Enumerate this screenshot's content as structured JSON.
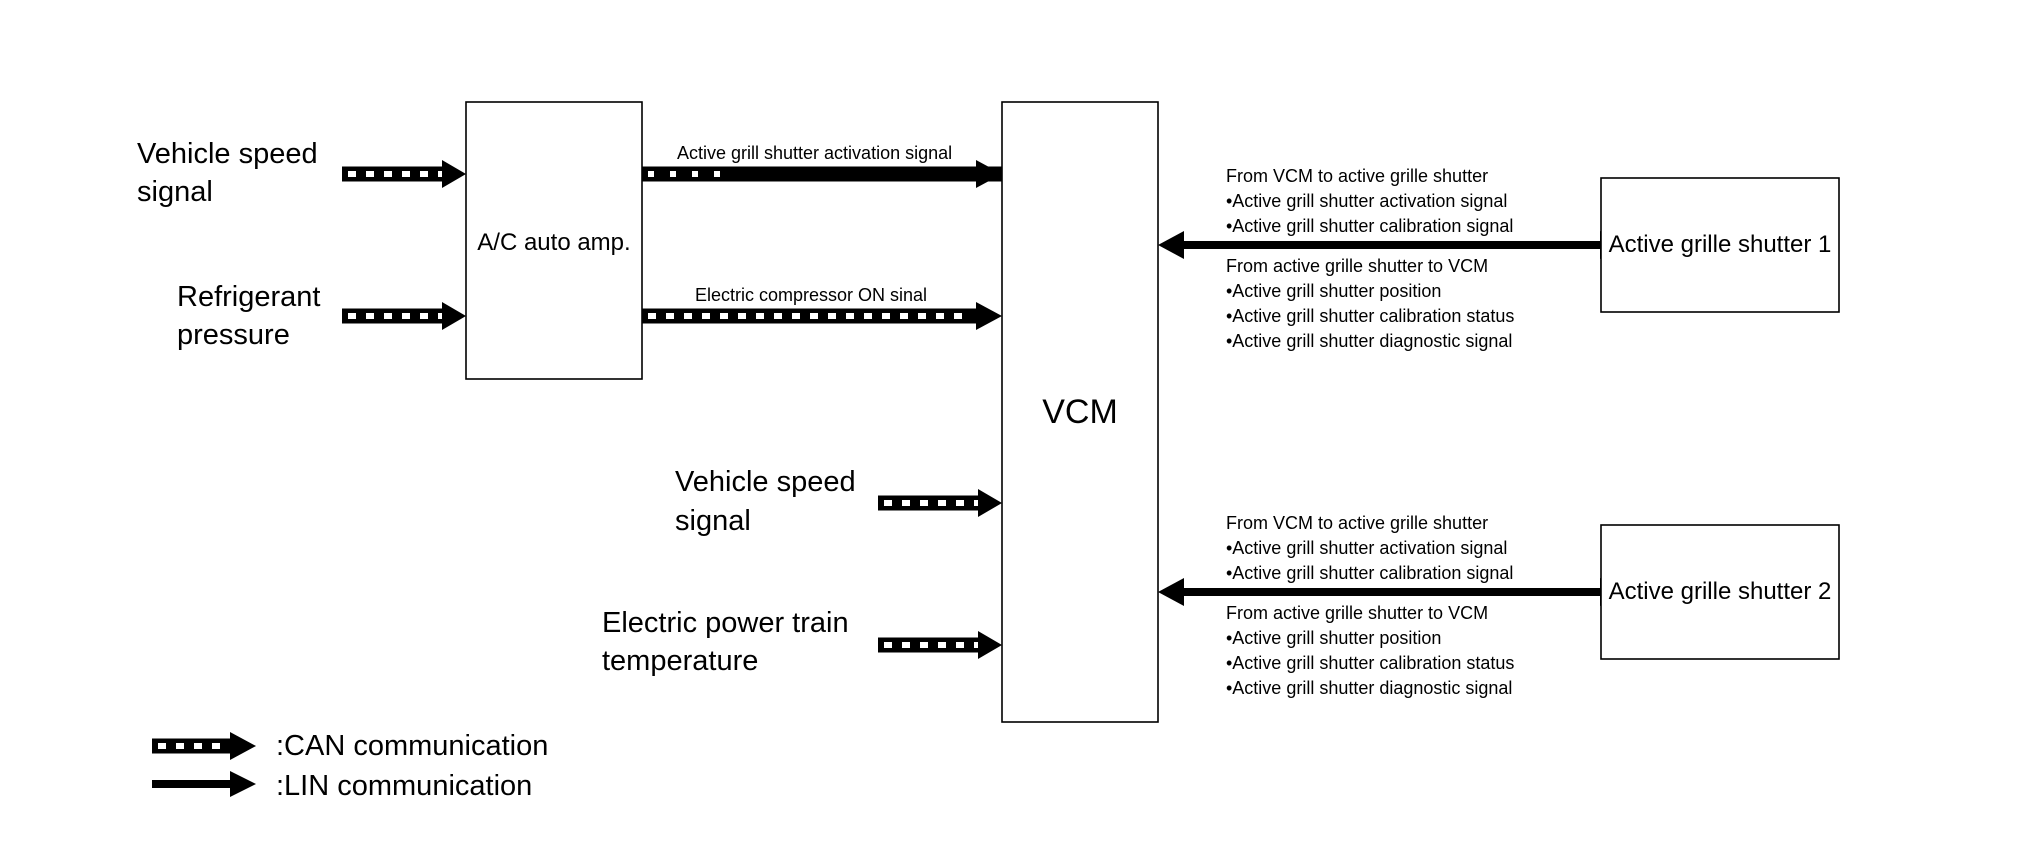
{
  "inputs": {
    "amp_speed": [
      "Vehicle speed",
      "signal"
    ],
    "amp_refrigerant": [
      "Refrigerant",
      "pressure"
    ],
    "vcm_speed": [
      "Vehicle speed",
      "signal"
    ],
    "vcm_temp": [
      "Electric power train",
      "temperature"
    ]
  },
  "blocks": {
    "ac_amp": "A/C auto amp.",
    "vcm": "VCM",
    "shutter1": "Active grille shutter 1",
    "shutter2": "Active grille shutter 2"
  },
  "signals": {
    "activation": "Active grill shutter activation signal",
    "compressor": "Electric compressor ON sinal"
  },
  "lin_signals": {
    "to_shutter_heading": "From VCM to active grille shutter",
    "to_shutter_items": [
      "•Active grill shutter activation signal",
      "•Active grill shutter calibration signal"
    ],
    "from_shutter_heading": "From active grille shutter to VCM",
    "from_shutter_items": [
      "•Active grill shutter position",
      "•Active grill shutter calibration status",
      "•Active grill shutter diagnostic signal"
    ]
  },
  "legend": {
    "can": ":CAN communication",
    "lin": ":LIN communication"
  }
}
